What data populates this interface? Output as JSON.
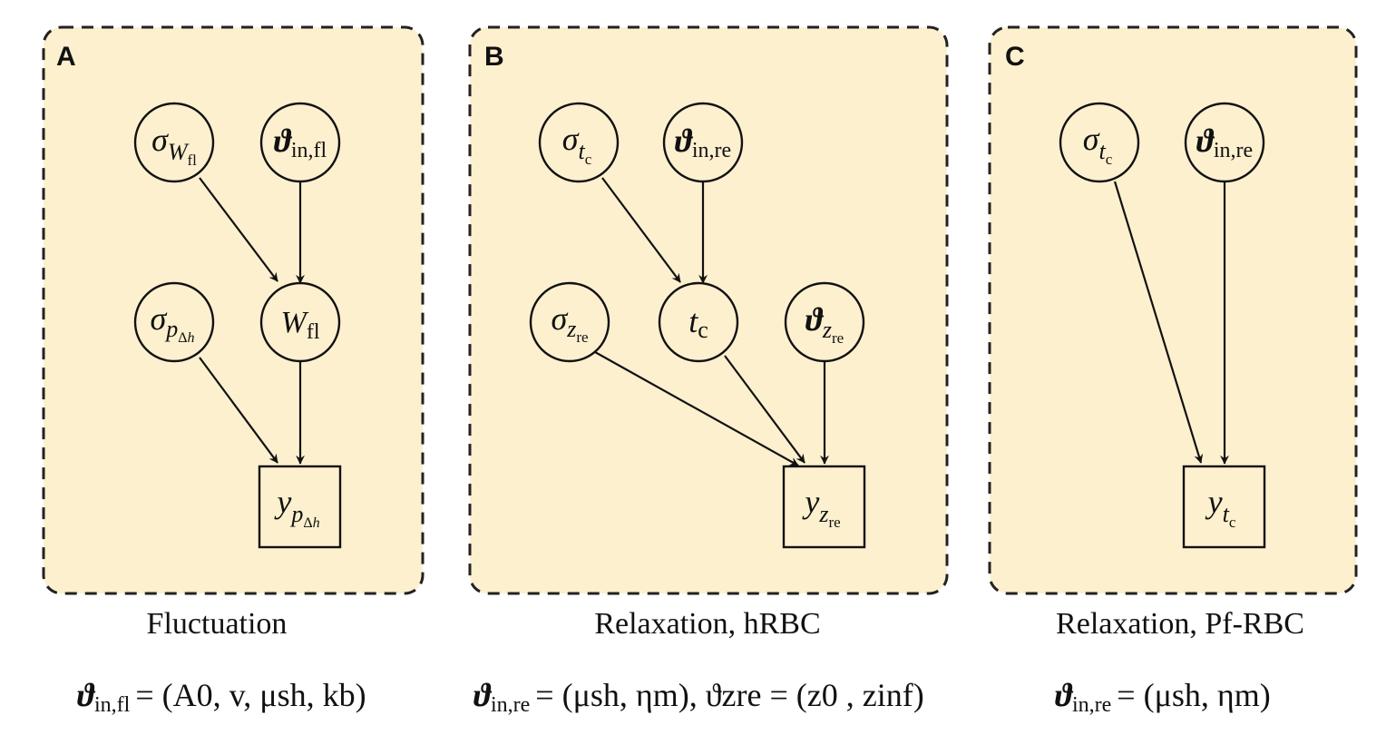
{
  "symbols": {
    "sigma": "σ",
    "theta": "ϑ",
    "eta": "η",
    "mu": "μ",
    "delta": "Δ"
  },
  "panels": [
    {
      "letter": "A",
      "caption": "Fluctuation",
      "nodes": {
        "sigma_W": {
          "sub_base": "W",
          "sub_sub": "fl"
        },
        "theta_in": {
          "sub": "in,fl"
        },
        "sigma_p": {
          "sub_base": "p",
          "sub_sub_var": "h"
        },
        "W": {
          "base": "W",
          "sub": "fl"
        },
        "y": {
          "base": "y",
          "sub_base": "p",
          "sub_sub_var": "h"
        }
      },
      "formula": {
        "lhs_sub": "in,fl",
        "rhs": "= (A0, v, μsh, kb)"
      }
    },
    {
      "letter": "B",
      "caption": "Relaxation, hRBC",
      "nodes": {
        "sigma_t": {
          "sub_base": "t",
          "sub_sub": "c"
        },
        "theta_in": {
          "sub": "in,re"
        },
        "sigma_z": {
          "sub_base": "z",
          "sub_sub": "re"
        },
        "t": {
          "base": "t",
          "sub": "c"
        },
        "theta_z": {
          "sub_base": "z",
          "sub_sub": "re"
        },
        "y": {
          "base": "y",
          "sub_base": "z",
          "sub_sub": "re"
        }
      },
      "formula": {
        "lhs_sub": "in,re",
        "rhs": "= (μsh, ηm), ϑzre = (z0 , zinf)"
      }
    },
    {
      "letter": "C",
      "caption": "Relaxation, Pf-RBC",
      "nodes": {
        "sigma_t": {
          "sub_base": "t",
          "sub_sub": "c"
        },
        "theta_in": {
          "sub": "in,re"
        },
        "y": {
          "base": "y",
          "sub_base": "t",
          "sub_sub": "c"
        }
      },
      "formula": {
        "lhs_sub": "in,re",
        "rhs": "= (μsh, ηm)"
      }
    }
  ]
}
